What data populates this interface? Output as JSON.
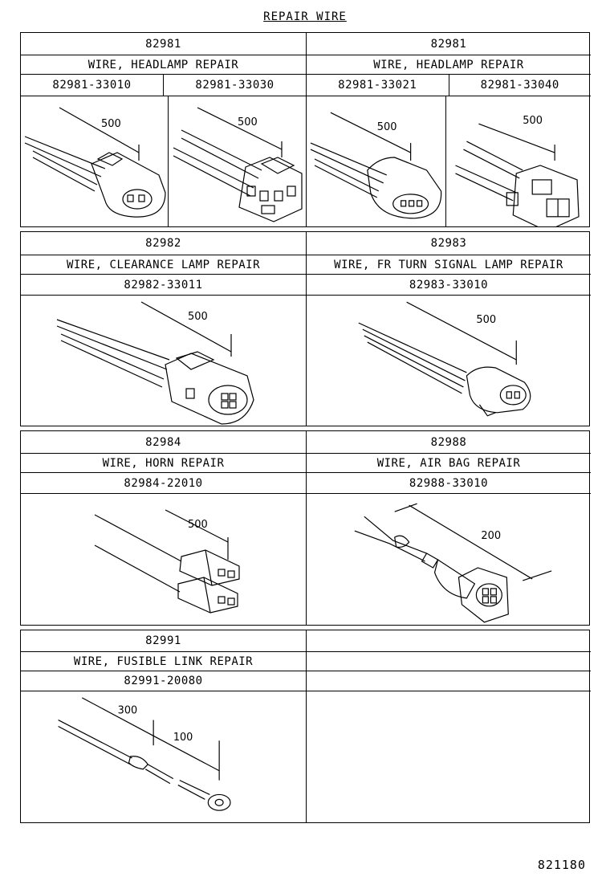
{
  "title": "REPAIR WIRE",
  "diagram_code": "821180",
  "panels": [
    {
      "left": {
        "part_group": "82981",
        "name": "WIRE, HEADLAMP REPAIR",
        "part_numbers": [
          "82981-33010",
          "82981-33030"
        ],
        "dims": [
          "500",
          "500"
        ]
      },
      "right": {
        "part_group": "82981",
        "name": "WIRE, HEADLAMP REPAIR",
        "part_numbers": [
          "82981-33021",
          "82981-33040"
        ],
        "dims": [
          "500",
          "500"
        ]
      }
    },
    {
      "left": {
        "part_group": "82982",
        "name": "WIRE, CLEARANCE LAMP REPAIR",
        "part_number": "82982-33011",
        "dim": "500"
      },
      "right": {
        "part_group": "82983",
        "name": "WIRE, FR TURN SIGNAL LAMP REPAIR",
        "part_number": "82983-33010",
        "dim": "500"
      }
    },
    {
      "left": {
        "part_group": "82984",
        "name": "WIRE, HORN REPAIR",
        "part_number": "82984-22010",
        "dim": "500"
      },
      "right": {
        "part_group": "82988",
        "name": "WIRE, AIR BAG REPAIR",
        "part_number": "82988-33010",
        "dim": "200"
      }
    },
    {
      "left": {
        "part_group": "82991",
        "name": "WIRE, FUSIBLE LINK REPAIR",
        "part_number": "82991-20080",
        "dims": [
          "300",
          "100"
        ]
      },
      "right": {
        "part_group": "",
        "name": "",
        "part_number": ""
      }
    }
  ]
}
